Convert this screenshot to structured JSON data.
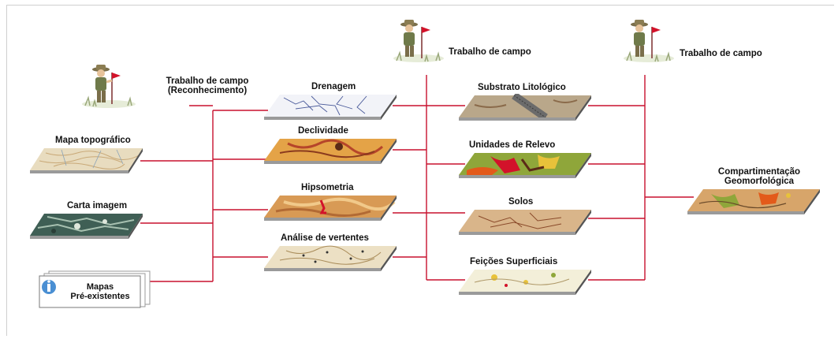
{
  "field_work": {
    "recon": [
      "Trabalho de campo",
      "(Reconhecimento)"
    ],
    "middle": "Trabalho de campo",
    "right": "Trabalho de campo"
  },
  "inputs": {
    "topo": "Mapa topográfico",
    "carta": "Carta imagem",
    "mapas": [
      "Mapas",
      "Pré-existentes"
    ]
  },
  "derived": {
    "drenagem": "Drenagem",
    "declividade": "Declividade",
    "hipsometria": "Hipsometria",
    "vertentes": "Análise de vertentes"
  },
  "themes": {
    "substrato": "Substrato Litológico",
    "relevo": "Unidades de Relevo",
    "solos": "Solos",
    "feicoes": "Feições Superficiais"
  },
  "output": [
    "Compartimentação",
    "Geomorfológica"
  ],
  "colors": {
    "connector": "#c8102e",
    "tile_side": "#555555",
    "tile_front": "#9a9a9a"
  }
}
